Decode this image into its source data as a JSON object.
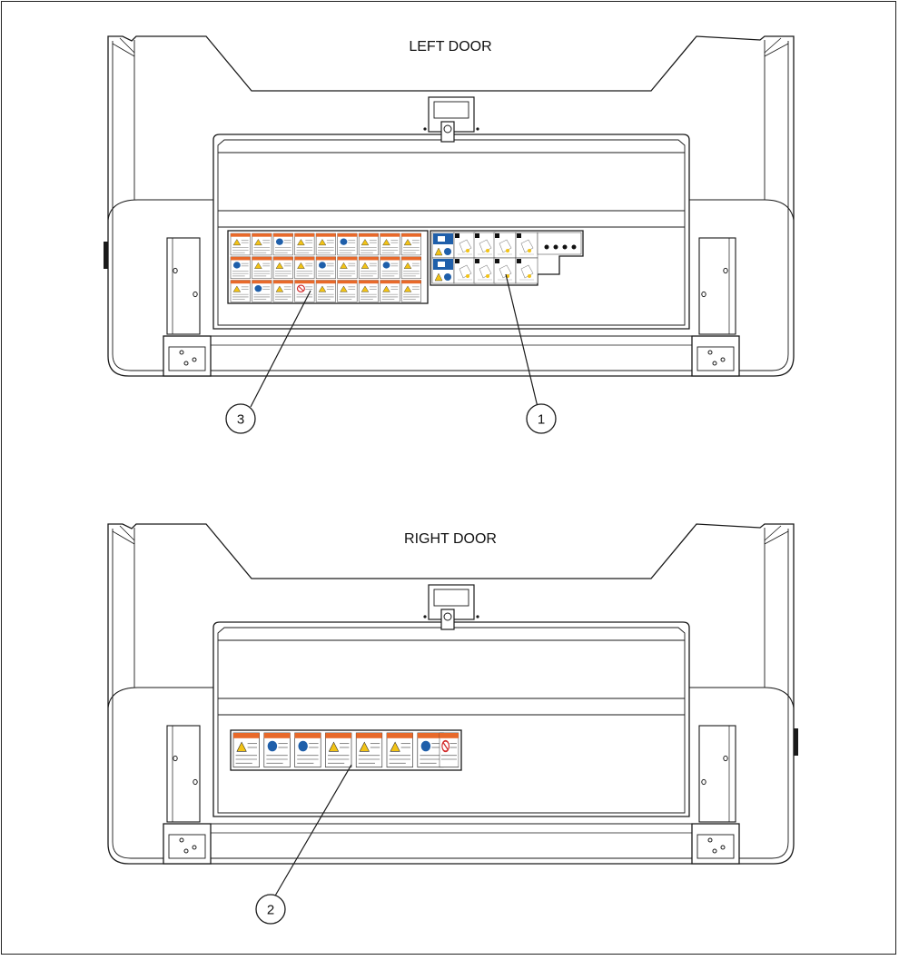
{
  "left_door": {
    "title": "LEFT DOOR",
    "callouts": [
      "3",
      "1"
    ]
  },
  "right_door": {
    "title": "RIGHT DOOR",
    "callouts": [
      "2"
    ]
  },
  "colors": {
    "line": "#1a1a1a",
    "warning_orange": "#e8692a",
    "caution_yellow": "#f2c316",
    "mandatory_blue": "#1f5faa",
    "prohibit_red": "#d22a2a"
  }
}
